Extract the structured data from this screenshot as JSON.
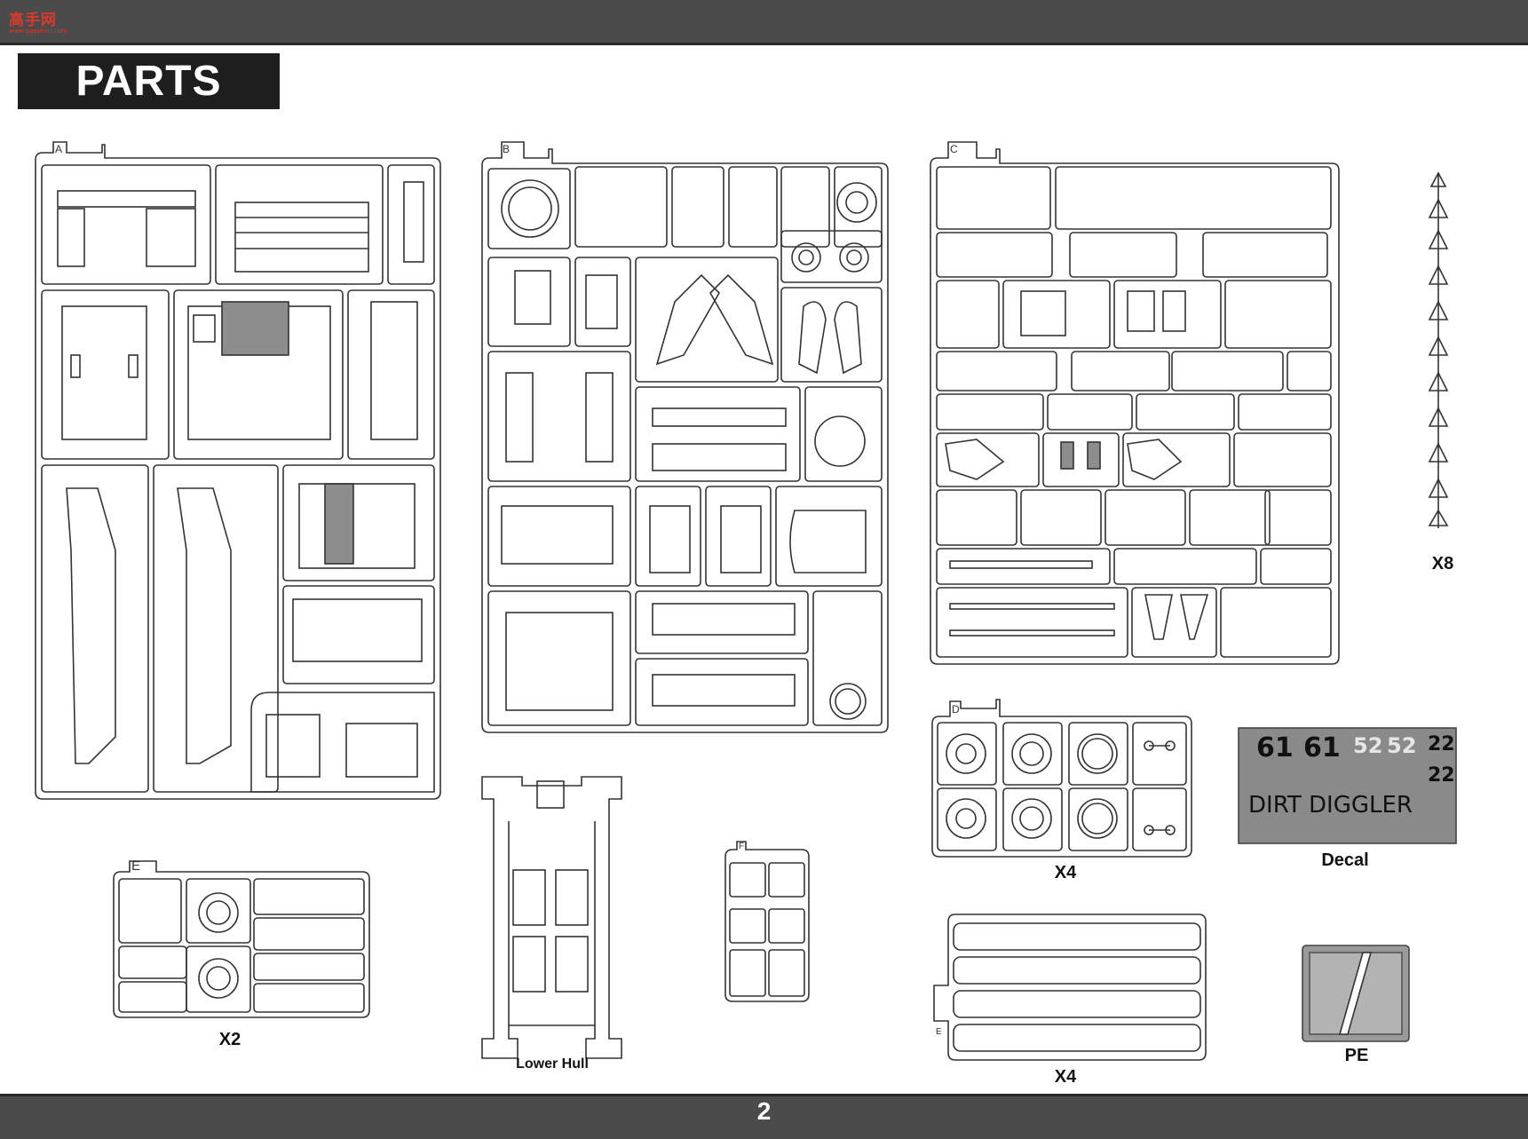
{
  "header": {
    "logo_text": "高手网",
    "logo_sub": "www.gaoshou.com"
  },
  "title": "PARTS",
  "page_number": "2",
  "sprues": {
    "A": "A",
    "B": "B",
    "C": "C",
    "D": "D",
    "E": "E",
    "F": "F",
    "Ep": "E"
  },
  "captions": {
    "x8": "X8",
    "x4_d": "X4",
    "decal": "Decal",
    "x2": "X2",
    "lower_hull": "Lower Hull",
    "x4_tracks": "X4",
    "pe": "PE"
  },
  "decal": {
    "n61a": "61",
    "n61b": "61",
    "n52a": "52",
    "n52b": "52",
    "n22a": "22",
    "n22b": "22",
    "text": "DIRT DIGGLER"
  },
  "colors": {
    "bar": "#4b4b4b",
    "title_bg": "#1e1e1e",
    "line": "#333333",
    "decal_bg": "#8a8a8a"
  }
}
